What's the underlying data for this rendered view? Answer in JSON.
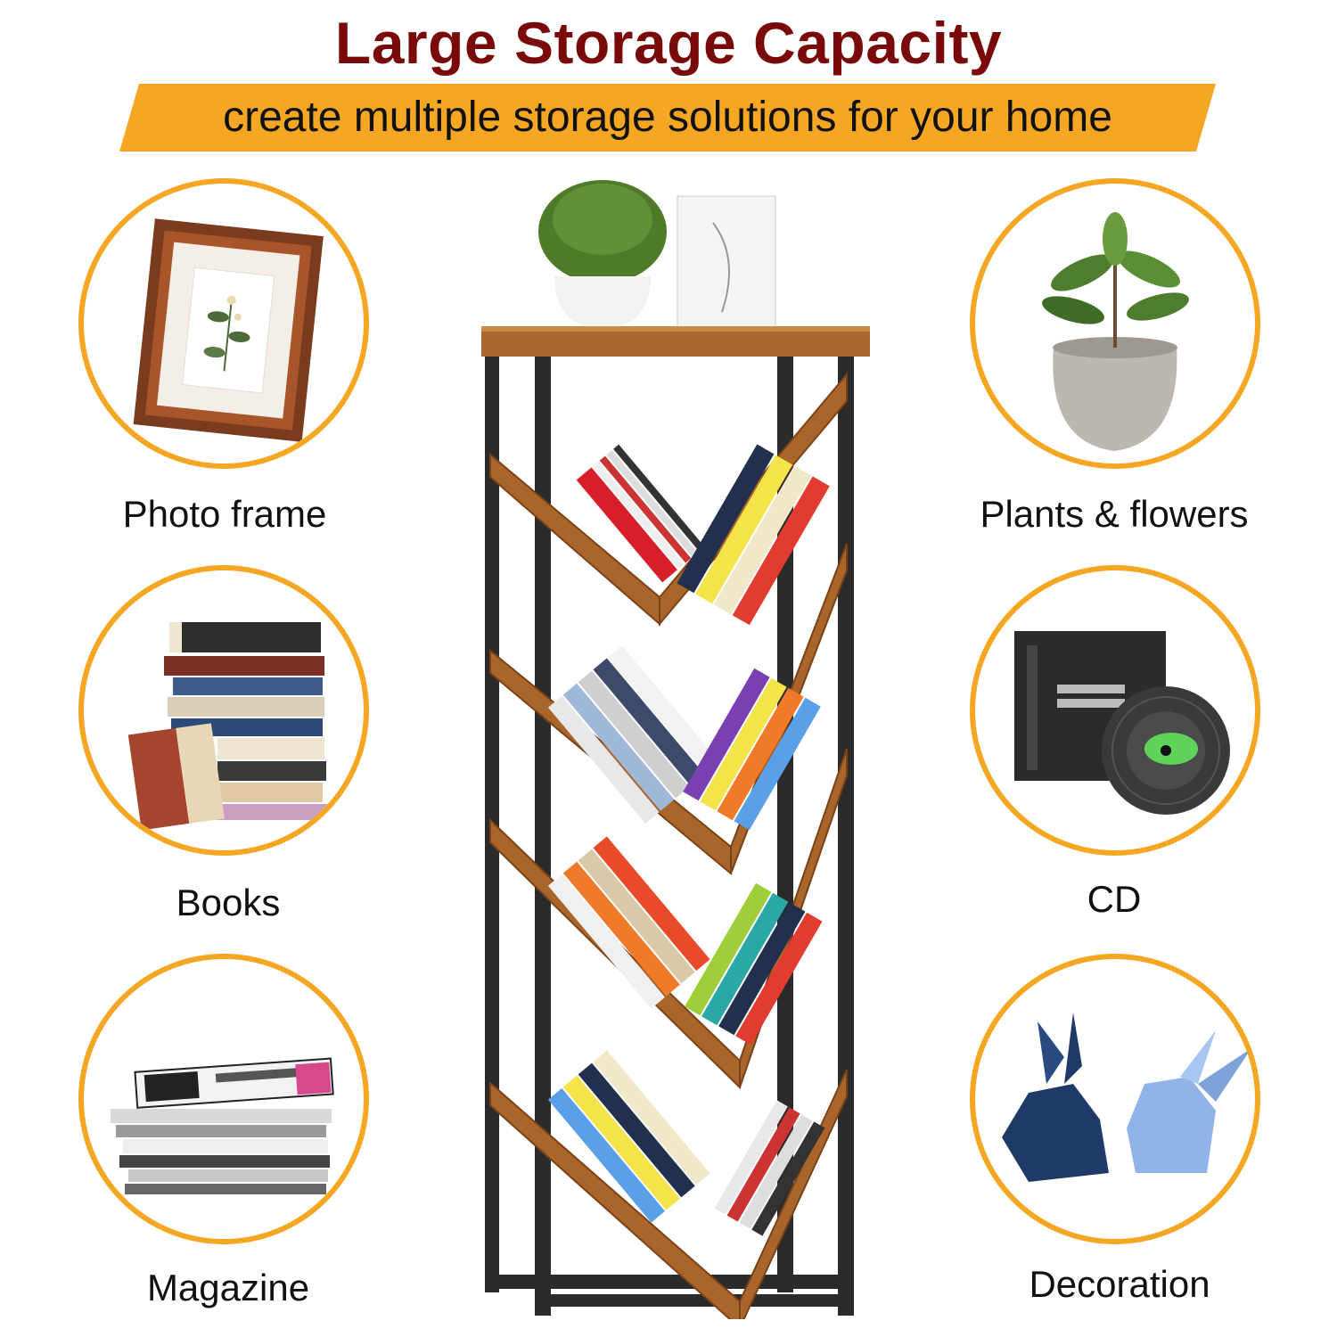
{
  "header": {
    "title": "Large Storage Capacity",
    "subtitle": "create multiple storage solutions for your home"
  },
  "colors": {
    "title": "#7a0a0a",
    "banner": "#f5a623",
    "circle_border": "#f5a623",
    "wood": "#a9652a",
    "frame": "#2b2b2b"
  },
  "items": {
    "photo_frame": {
      "label": "Photo frame",
      "icon": "photo-frame-icon"
    },
    "books": {
      "label": "Books",
      "icon": "book-stack-icon"
    },
    "magazine": {
      "label": "Magazine",
      "icon": "magazine-stack-icon"
    },
    "plants": {
      "label": "Plants & flowers",
      "icon": "potted-plant-icon"
    },
    "cd": {
      "label": "CD",
      "icon": "cd-icon"
    },
    "decoration": {
      "label": "Decoration",
      "icon": "rabbit-figurine-icon"
    }
  },
  "product": {
    "icon": "tree-bookshelf-icon"
  }
}
